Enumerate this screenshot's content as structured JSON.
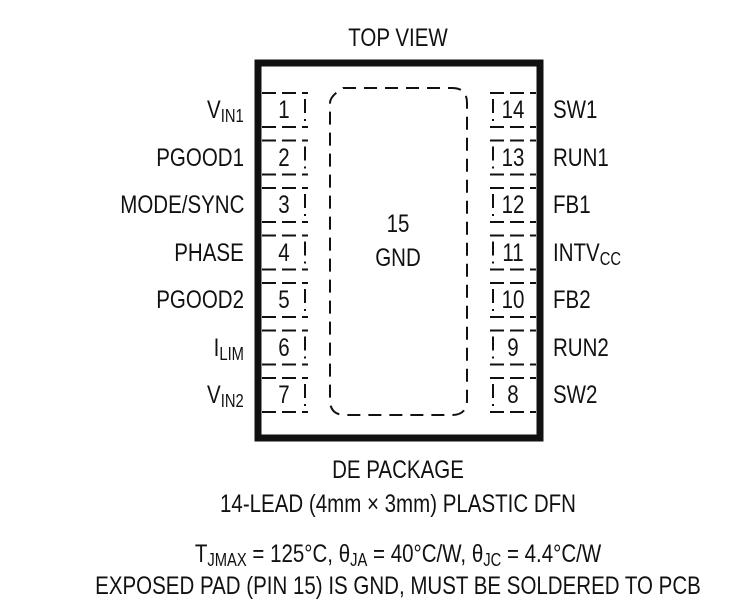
{
  "title": "TOP VIEW",
  "left_pins": [
    {
      "num": "1",
      "name": "V",
      "sub": "IN1"
    },
    {
      "num": "2",
      "name": "PGOOD1",
      "sub": ""
    },
    {
      "num": "3",
      "name": "MODE/SYNC",
      "sub": ""
    },
    {
      "num": "4",
      "name": "PHASE",
      "sub": ""
    },
    {
      "num": "5",
      "name": "PGOOD2",
      "sub": ""
    },
    {
      "num": "6",
      "name": "I",
      "sub": "LIM"
    },
    {
      "num": "7",
      "name": "V",
      "sub": "IN2"
    }
  ],
  "right_pins": [
    {
      "num": "14",
      "name": "SW1",
      "sub": ""
    },
    {
      "num": "13",
      "name": "RUN1",
      "sub": ""
    },
    {
      "num": "12",
      "name": "FB1",
      "sub": ""
    },
    {
      "num": "11",
      "name": "INTV",
      "sub": "CC"
    },
    {
      "num": "10",
      "name": "FB2",
      "sub": ""
    },
    {
      "num": "9",
      "name": "RUN2",
      "sub": ""
    },
    {
      "num": "8",
      "name": "SW2",
      "sub": ""
    }
  ],
  "pad": {
    "num": "15",
    "name": "GND"
  },
  "package": {
    "line1": "DE PACKAGE",
    "line2": "14-LEAD (4mm × 3mm) PLASTIC DFN"
  },
  "thermal": {
    "t_sym": "T",
    "t_sub": "JMAX",
    "t_val": " = 125°C, ",
    "ja_sym": "θ",
    "ja_sub": "JA",
    "ja_val": " = 40°C/W, ",
    "jc_sym": "θ",
    "jc_sub": "JC",
    "jc_val": " = 4.4°C/W"
  },
  "note": "EXPOSED PAD (PIN 15) IS GND, MUST BE SOLDERED TO PCB"
}
